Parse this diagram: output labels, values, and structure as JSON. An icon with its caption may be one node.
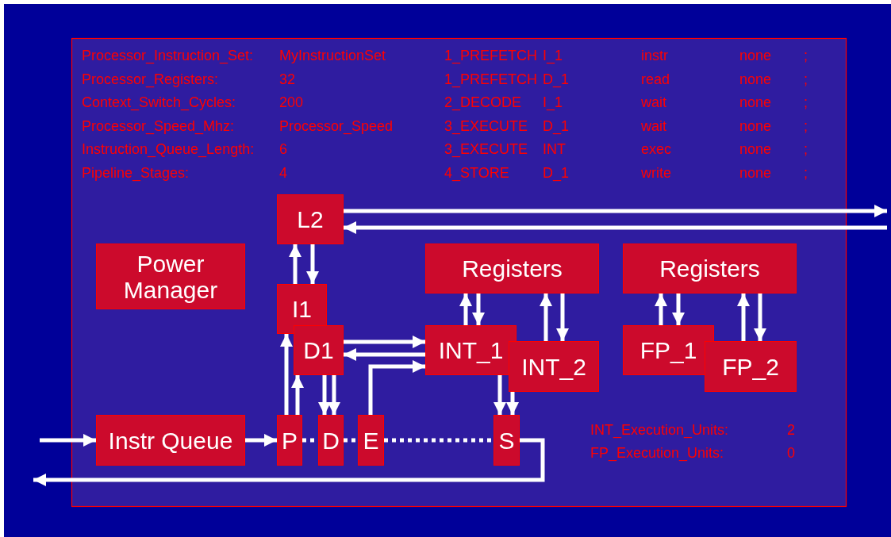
{
  "diagram": {
    "nodes": [
      {
        "text": [
          "L2"
        ]
      },
      {
        "text": [
          "Power Manager"
        ]
      },
      {
        "text": [
          "I1"
        ]
      },
      {
        "text": [
          "D1"
        ]
      },
      {
        "text": [
          "Registers"
        ]
      },
      {
        "text": [
          "INT_1"
        ]
      },
      {
        "text": [
          "INT_2"
        ]
      },
      {
        "text": [
          "Registers"
        ]
      },
      {
        "text": [
          "FP_1"
        ]
      },
      {
        "text": [
          "FP_2"
        ]
      },
      {
        "text": [
          "Instr Queue"
        ]
      },
      {
        "text": [
          "P"
        ]
      },
      {
        "text": [
          "D"
        ]
      },
      {
        "text": [
          "E"
        ]
      },
      {
        "text": [
          "S"
        ]
      }
    ],
    "edges": [
      {
        "from": 0,
        "to": null,
        "arrow": "to"
      },
      {
        "from": null,
        "to": 0,
        "arrow": "to"
      },
      {
        "from": 2,
        "to": 0,
        "arrow": "to"
      },
      {
        "from": 0,
        "to": 2,
        "arrow": "to"
      },
      {
        "from": 3,
        "to": 5,
        "arrow": "to"
      },
      {
        "from": 5,
        "to": 3,
        "arrow": "to"
      },
      {
        "from": 13,
        "to": 5,
        "arrow": "to"
      },
      {
        "from": 11,
        "to": 2,
        "arrow": "to"
      },
      {
        "from": 11,
        "to": 3,
        "arrow": "to"
      },
      {
        "from": 3,
        "to": 12,
        "arrow": "to"
      },
      {
        "from": 3,
        "to": 12,
        "arrow": "to"
      },
      {
        "from": 5,
        "to": 14,
        "arrow": "to"
      },
      {
        "from": 6,
        "to": 14,
        "arrow": "to"
      },
      {
        "from": 5,
        "to": 4,
        "arrow": "to"
      },
      {
        "from": 4,
        "to": 5,
        "arrow": "to"
      },
      {
        "from": 6,
        "to": 4,
        "arrow": "to"
      },
      {
        "from": 4,
        "to": 6,
        "arrow": "to"
      },
      {
        "from": 8,
        "to": 7,
        "arrow": "to"
      },
      {
        "from": 7,
        "to": 8,
        "arrow": "to"
      },
      {
        "from": 9,
        "to": 7,
        "arrow": "to"
      },
      {
        "from": 7,
        "to": 9,
        "arrow": "to"
      },
      {
        "from": null,
        "to": 10,
        "arrow": "to"
      },
      {
        "from": 10,
        "to": 11,
        "arrow": "to"
      },
      {
        "from": 11,
        "to": 12,
        "arrow": "none",
        "style": "dashed"
      },
      {
        "from": 12,
        "to": 13,
        "arrow": "none",
        "style": "dashed"
      },
      {
        "from": 13,
        "to": 14,
        "arrow": "none",
        "style": "dashed"
      },
      {
        "from": 14,
        "to": null,
        "arrow": "to"
      }
    ],
    "labels": [
      "Processor_Instruction_Set:",
      "MyInstructionSet",
      "Processor_Registers:",
      "32",
      "Context_Switch_Cycles:",
      "200",
      "Processor_Speed_Mhz:",
      "Processor_Speed",
      "Instruction_Queue_Length:",
      "6",
      "Pipeline_Stages:",
      "4",
      "1_PREFETCH",
      "I_1",
      "instr",
      "none",
      ";",
      "1_PREFETCH",
      "D_1",
      "read",
      "none",
      ";",
      "2_DECODE",
      "I_1",
      "wait",
      "none",
      ";",
      "3_EXECUTE",
      "D_1",
      "wait",
      "none",
      ";",
      "3_EXECUTE",
      "INT",
      "exec",
      "none",
      ";",
      "4_STORE",
      "D_1",
      "write",
      "none",
      ";",
      "INT_Execution_Units:",
      "2",
      "FP_Execution_Units:",
      "0"
    ]
  }
}
